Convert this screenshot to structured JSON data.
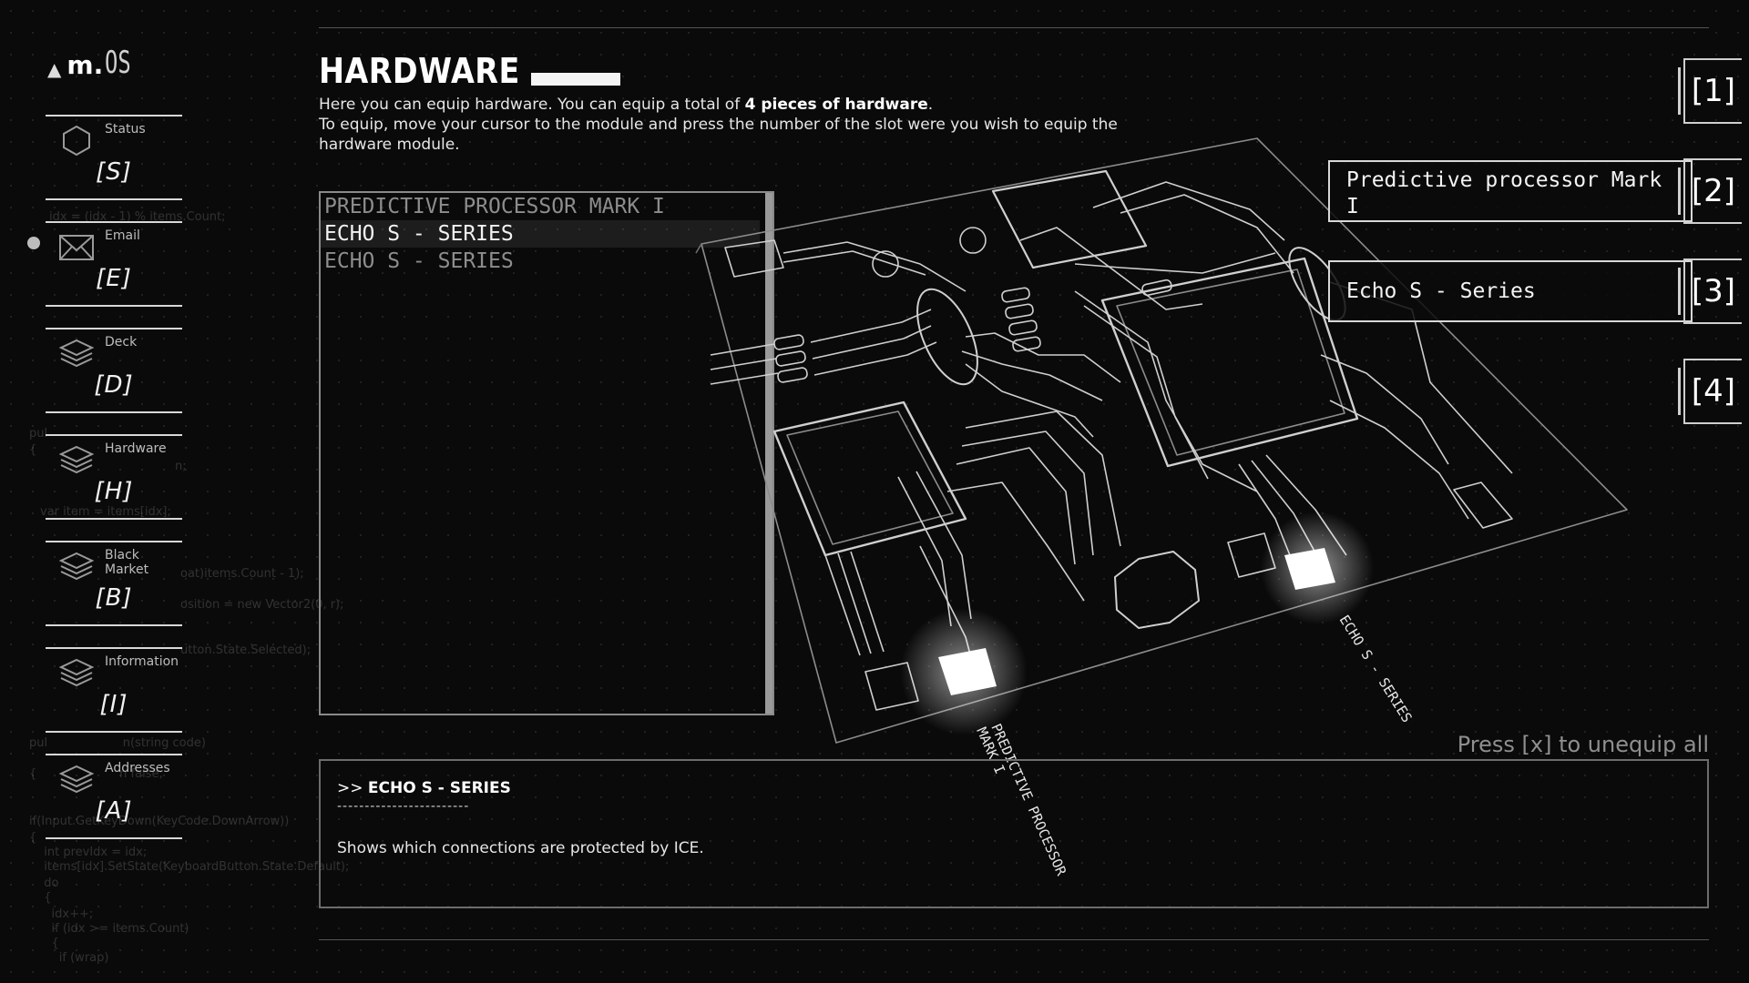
{
  "logo": {
    "glyph": "▲",
    "m": "m.",
    "os": "OS"
  },
  "nav": [
    {
      "label": "Status",
      "key": "[S]",
      "icon": "hexagon-icon"
    },
    {
      "label": "Email",
      "key": "[E]",
      "icon": "envelope-icon"
    },
    {
      "label": "Deck",
      "key": "[D]",
      "icon": "layers-icon"
    },
    {
      "label": "Hardware",
      "key": "[H]",
      "icon": "layers-icon"
    },
    {
      "label": "Black Market",
      "key": "[B]",
      "icon": "layers-icon"
    },
    {
      "label": "Information",
      "key": "[I]",
      "icon": "layers-icon"
    },
    {
      "label": "Addresses",
      "key": "[A]",
      "icon": "layers-icon"
    }
  ],
  "header": {
    "title": "HARDWARE",
    "intro_1_pre": "Here you can equip hardware. You can equip a total of ",
    "intro_1_bold": "4 pieces of hardware",
    "intro_1_post": ".",
    "intro_2": "To equip, move your cursor to the module and press the number of the slot were you wish to equip the hardware module."
  },
  "hardware_list": [
    {
      "name": "PREDICTIVE PROCESSOR MARK I",
      "selected": false
    },
    {
      "name": "ECHO S - SERIES",
      "selected": true
    },
    {
      "name": "ECHO S - SERIES",
      "selected": false
    }
  ],
  "board_labels": {
    "slot_a": "PREDICTIVE PROCESSOR",
    "slot_a_2": "MARK I",
    "slot_b": "ECHO S - SERIES"
  },
  "slots": [
    {
      "num": "[1]",
      "equipped": ""
    },
    {
      "num": "[2]",
      "equipped": "Predictive processor Mark I"
    },
    {
      "num": "[3]",
      "equipped": "Echo S - Series"
    },
    {
      "num": "[4]",
      "equipped": ""
    }
  ],
  "unequip_hint": "Press [x] to unequip all",
  "description": {
    "prefix": ">> ",
    "title": "ECHO S - SERIES",
    "divider": "------------------------",
    "text": "Shows which connections are protected by ICE."
  },
  "background_code": [
    "idx = (idx - 1) % items.Count;",
    "pul",
    "{",
    "n;",
    "var item = items[idx];",
    "oat)items.Count - 1);",
    "osition = new Vector2(0, r);",
    "utton.State.Selected);",
    "pul                    n(string code)",
    "{                      n false;",
    "if(Input.GetKeyDown(KeyCode.DownArrow))",
    "{",
    "  int prevIdx = idx;",
    "  items[idx].SetState(KeyboardButton.State.Default);",
    "  do",
    "  {",
    "    idx++;",
    "    if (idx >= items.Count)",
    "    {",
    "      if (wrap)"
  ],
  "colors": {
    "background": "#0a0a0a",
    "text": "#e8e8e8",
    "frame": "#d8d8d8",
    "muted": "#8d8d8d"
  }
}
